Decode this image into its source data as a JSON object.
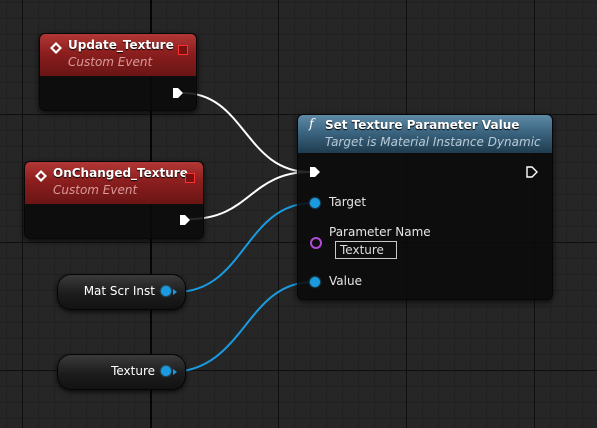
{
  "graph": {
    "event_nodes": [
      {
        "id": "update",
        "title": "Update_Texture",
        "subtitle": "Custom Event"
      },
      {
        "id": "onchanged",
        "title": "OnChanged_Texture",
        "subtitle": "Custom Event"
      }
    ],
    "function_node": {
      "title": "Set Texture Parameter Value",
      "subtitle": "Target is Material Instance Dynamic",
      "pins": {
        "target": "Target",
        "parameter_name": "Parameter Name",
        "parameter_value": "Texture",
        "value": "Value"
      }
    },
    "variable_nodes": [
      {
        "id": "matinst",
        "label": "Mat Scr Inst"
      },
      {
        "id": "texture",
        "label": "Texture"
      }
    ]
  },
  "colors": {
    "event_header": "#8c1e1e",
    "function_header": "#3b6580",
    "object_pin": "#1a9be0",
    "name_pin": "#b04bd8",
    "exec_wire": "#ffffff",
    "data_wire": "#1a9be0"
  }
}
